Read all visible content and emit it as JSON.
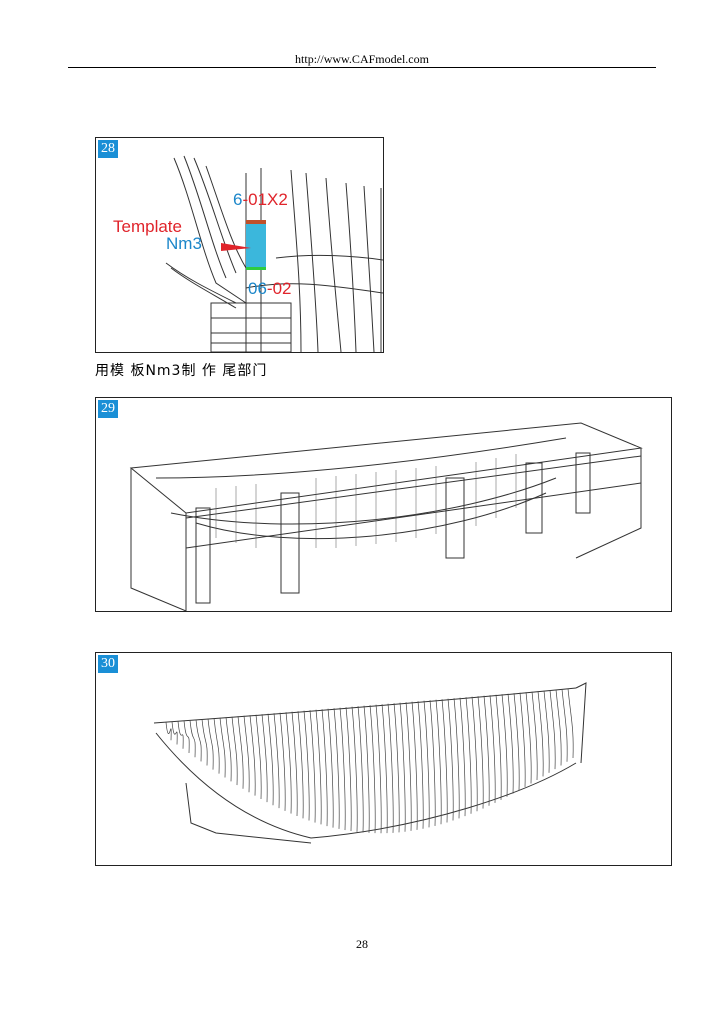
{
  "header": {
    "url": "http://www.CAFmodel.com"
  },
  "figures": [
    {
      "number": "28",
      "labels": {
        "part_a_prefix": "6",
        "part_a_suffix": "-01X2",
        "template": "Template",
        "template_name": "Nm3",
        "part_b_prefix": "06",
        "part_b_suffix": "-02"
      },
      "colors": {
        "template_fill": "#3bb7dc",
        "top_edge": "#c0502a",
        "bottom_edge": "#2ecc40"
      }
    },
    {
      "number": "29"
    },
    {
      "number": "30"
    }
  ],
  "caption": "用模 板Nm3制 作 尾部门",
  "footer": {
    "page_number": "28"
  }
}
